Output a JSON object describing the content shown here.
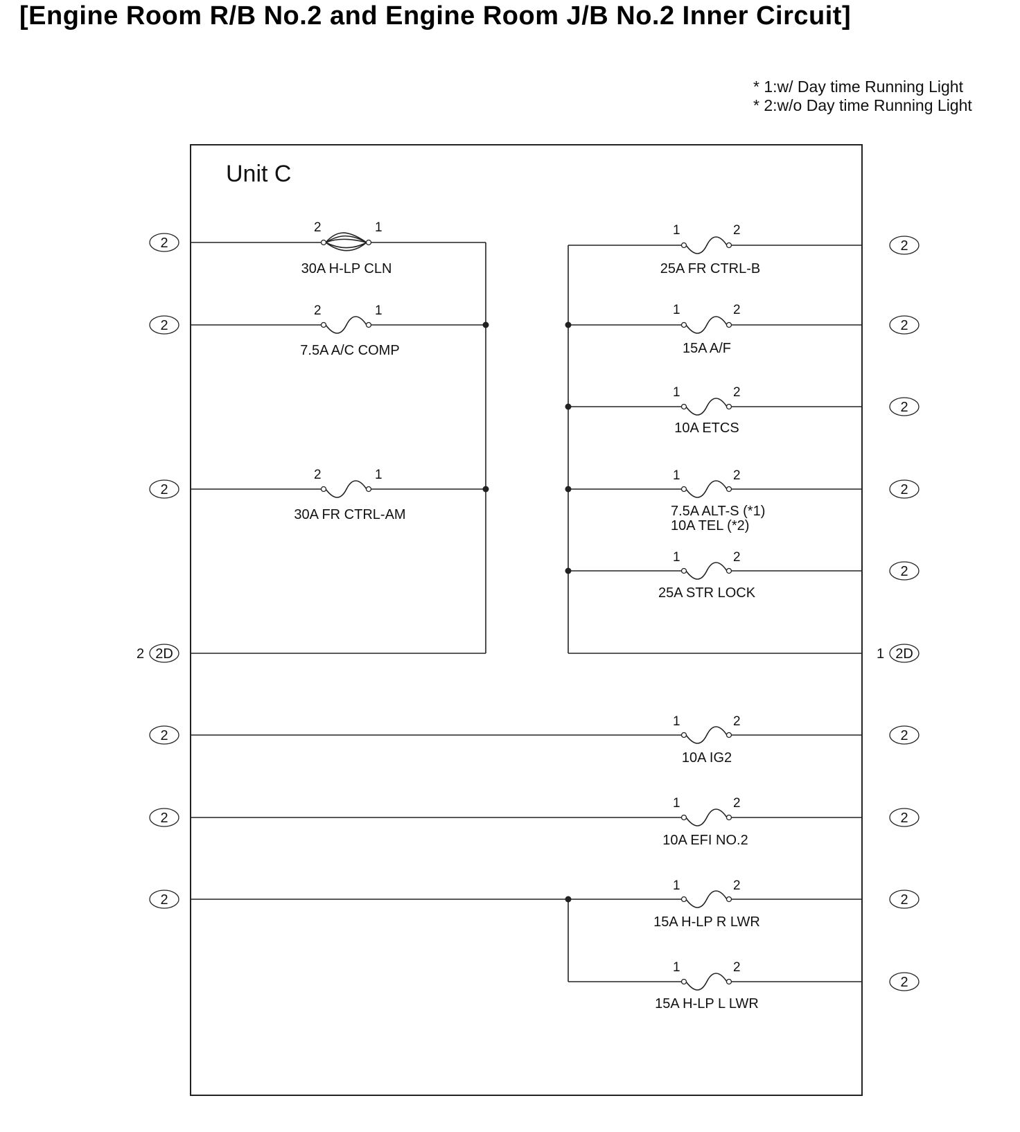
{
  "title": "[Engine Room R/B No.2 and Engine Room J/B No.2 Inner Circuit]",
  "notes": [
    "* 1:w/ Day time Running Light",
    "* 2:w/o Day time Running Light"
  ],
  "unit_label": "Unit C",
  "connectors": {
    "standard": "2",
    "junction": "2D",
    "junction_left_pin": "2",
    "junction_right_pin": "1"
  },
  "fuses": {
    "h_lp_cln": {
      "label": "30A H-LP CLN",
      "pin_left": "2",
      "pin_right": "1"
    },
    "ac_comp": {
      "label": "7.5A A/C COMP",
      "pin_left": "2",
      "pin_right": "1"
    },
    "fr_ctrl_am": {
      "label": "30A FR CTRL-AM",
      "pin_left": "2",
      "pin_right": "1"
    },
    "fr_ctrl_b": {
      "label": "25A FR CTRL-B",
      "pin_left": "1",
      "pin_right": "2"
    },
    "af": {
      "label": "15A A/F",
      "pin_left": "1",
      "pin_right": "2"
    },
    "etcs": {
      "label": "10A ETCS",
      "pin_left": "1",
      "pin_right": "2"
    },
    "alt_s": {
      "label": "7.5A ALT-S (*1)",
      "label2": "10A TEL (*2)",
      "pin_left": "1",
      "pin_right": "2"
    },
    "str_lock": {
      "label": "25A STR LOCK",
      "pin_left": "1",
      "pin_right": "2"
    },
    "ig2": {
      "label": "10A IG2",
      "pin_left": "1",
      "pin_right": "2"
    },
    "efi_no2": {
      "label": "10A EFI NO.2",
      "pin_left": "1",
      "pin_right": "2"
    },
    "h_lp_r_lwr": {
      "label": "15A H-LP R LWR",
      "pin_left": "1",
      "pin_right": "2"
    },
    "h_lp_l_lwr": {
      "label": "15A H-LP L LWR",
      "pin_left": "1",
      "pin_right": "2"
    }
  }
}
